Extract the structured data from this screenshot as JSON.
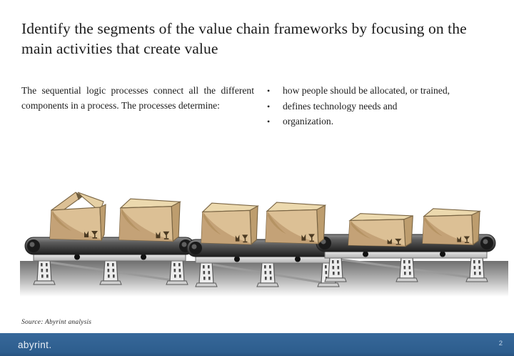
{
  "slide": {
    "title": "Identify the segments of the value chain frameworks by focusing on the main activities that create value",
    "left_paragraph": "The sequential logic processes connect all the different components in a process. The processes determine:",
    "bullets": [
      "how people should be allocated, or trained,",
      "defines technology needs and",
      "organization."
    ],
    "source": "Source: Abyrint analysis",
    "footer": {
      "brand": "abyrint.",
      "page_number": "2"
    },
    "colors": {
      "footer_bar": "#2e6191",
      "title_text": "#1b1b1b",
      "box_tan": "#dcc095",
      "box_top": "#ecd9ae",
      "box_shadow": "#c4a277",
      "belt_gray": "#4a4a4a",
      "leg_gray": "#ededed"
    },
    "illustration": {
      "description": "three conveyor belts carrying six cardboard boxes",
      "belt_count": 3,
      "box_count": 6
    }
  }
}
